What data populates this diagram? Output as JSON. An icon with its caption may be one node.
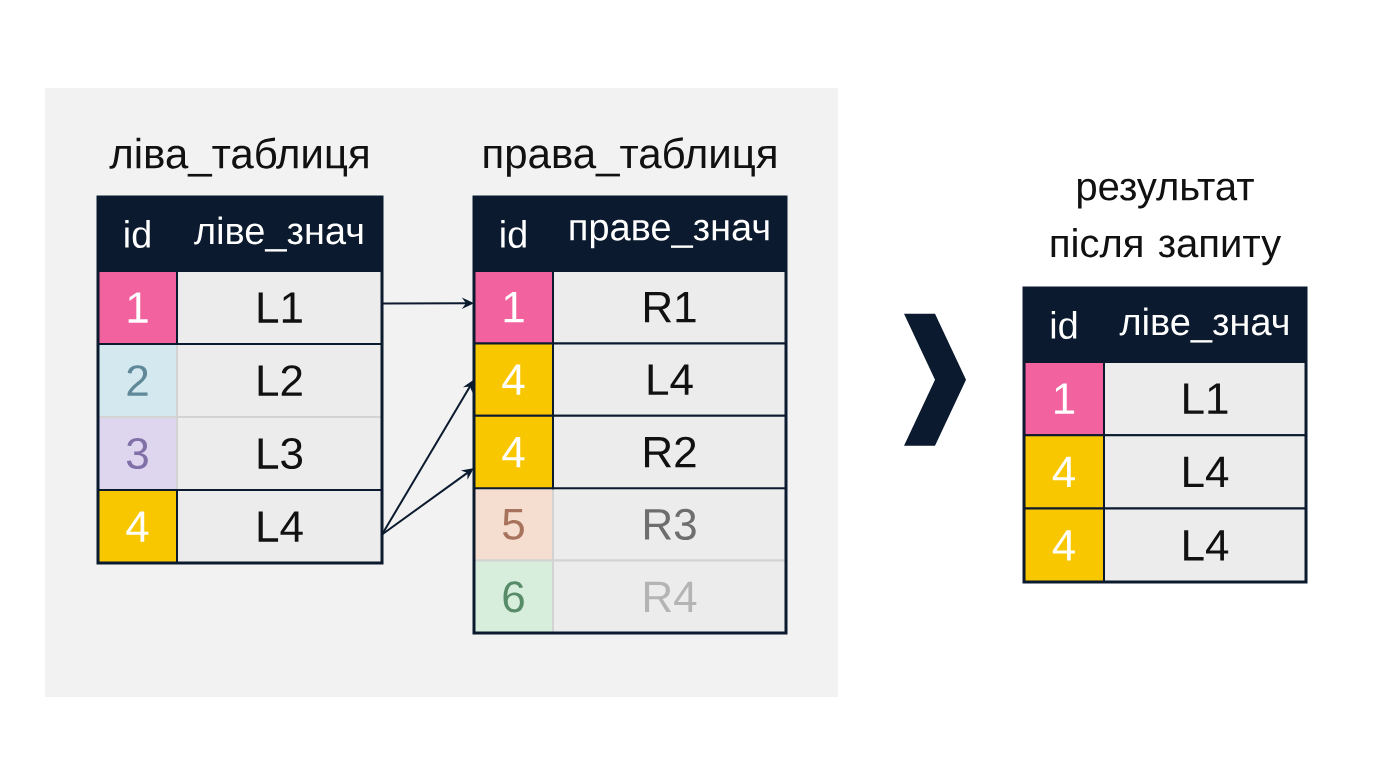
{
  "diagram": {
    "nodes": [
      {
        "text": [],
        "shape": "box"
      },
      {
        "text": [
          "ліва_таблиця"
        ],
        "in": 0
      },
      {
        "text": [
          "id"
        ],
        "in": 1
      },
      {
        "text": [
          "ліве_знач"
        ],
        "in": 1
      },
      {
        "text": [
          "1"
        ],
        "in": 1
      },
      {
        "text": [
          "L1"
        ],
        "in": 1
      },
      {
        "text": [
          "2"
        ],
        "in": 1
      },
      {
        "text": [
          "L2"
        ],
        "in": 1
      },
      {
        "text": [
          "3"
        ],
        "in": 1
      },
      {
        "text": [
          "L3"
        ],
        "in": 1
      },
      {
        "text": [
          "4"
        ],
        "in": 1
      },
      {
        "text": [
          "L4"
        ],
        "in": 1
      },
      {
        "text": [
          "права_таблиця"
        ],
        "in": 0
      },
      {
        "text": [
          "id"
        ],
        "in": 12
      },
      {
        "text": [
          "праве_знач"
        ],
        "in": 12
      },
      {
        "text": [
          "1"
        ],
        "in": 12
      },
      {
        "text": [
          "R1"
        ],
        "in": 12
      },
      {
        "text": [
          "4"
        ],
        "in": 12
      },
      {
        "text": [
          "L4"
        ],
        "in": 12
      },
      {
        "text": [
          "4"
        ],
        "in": 12
      },
      {
        "text": [
          "R2"
        ],
        "in": 12
      },
      {
        "text": [
          "5"
        ],
        "in": 12
      },
      {
        "text": [
          "R3"
        ],
        "in": 12
      },
      {
        "text": [
          "6"
        ],
        "in": 12
      },
      {
        "text": [
          "R4"
        ],
        "in": 12
      },
      {
        "text": [
          "результат після запиту"
        ]
      },
      {
        "text": [
          "id"
        ],
        "in": 25
      },
      {
        "text": [
          "ліве_знач"
        ],
        "in": 25
      },
      {
        "text": [
          "1"
        ],
        "in": 25
      },
      {
        "text": [
          "L1"
        ],
        "in": 25
      },
      {
        "text": [
          "4"
        ],
        "in": 25
      },
      {
        "text": [
          "L4"
        ],
        "in": 25
      },
      {
        "text": [
          "4"
        ],
        "in": 25
      },
      {
        "text": [
          "L4"
        ],
        "in": 25
      }
    ],
    "edges": [
      {
        "from": 5,
        "to": 15,
        "arrow": "to"
      },
      {
        "from": 11,
        "to": 17,
        "arrow": "to"
      },
      {
        "from": 11,
        "to": 19,
        "arrow": "to"
      },
      {
        "from": 0,
        "to": 25,
        "arrow": "to"
      }
    ]
  }
}
